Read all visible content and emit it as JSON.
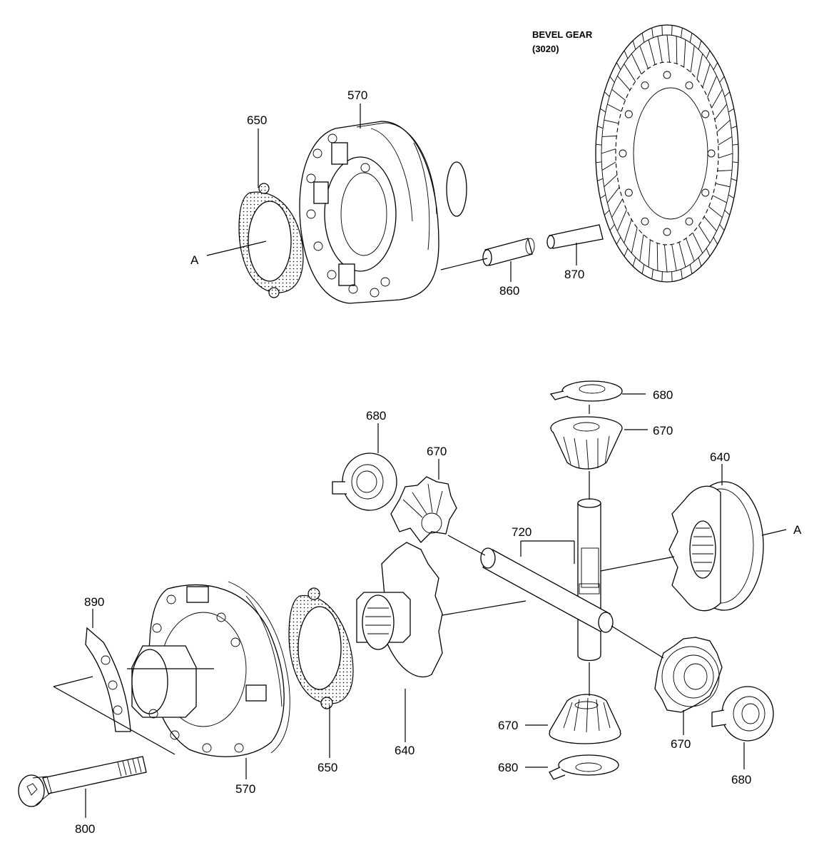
{
  "diagram": {
    "bevel_gear_label": {
      "line1": "BEVEL GEAR",
      "line2": "(3020)"
    },
    "callouts": {
      "top_570": "570",
      "top_650": "650",
      "top_a": "A",
      "top_860": "860",
      "top_870": "870",
      "right_a": "A",
      "upper_680": "680",
      "upper_670": "670",
      "left_680": "680",
      "left_670": "670",
      "right_640": "640",
      "shaft_720": "720",
      "bot_890": "890",
      "bot_570": "570",
      "bot_650": "650",
      "bot_640": "640",
      "bot_800": "800",
      "lower_670": "670",
      "lower_680": "680",
      "right_lower_670": "670",
      "right_lower_680": "680"
    }
  }
}
